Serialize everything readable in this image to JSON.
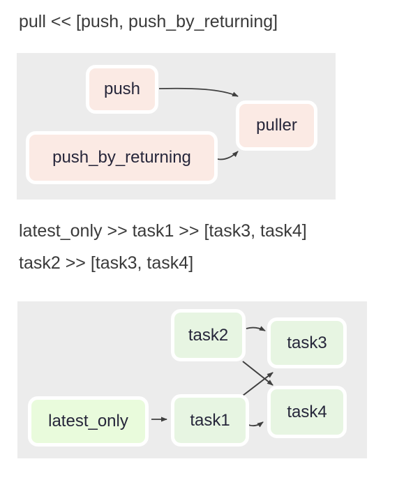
{
  "captions": {
    "first": "pull << [push, push_by_returning]",
    "second_line1": "latest_only >> task1 >> [task3, task4]",
    "second_line2": "task2 >> [task3, task4]"
  },
  "colors": {
    "diagram_background": "#ececec",
    "pink_node_fill": "#fbeae4",
    "green_node_fill": "#e7f5e2",
    "latest_only_node_fill": "#e9fbdc",
    "node_border": "#ffffff",
    "edge_color": "#3f3f3f",
    "caption_text": "#3a3a3a",
    "node_text": "#26263a"
  },
  "diagram1": {
    "nodes": [
      {
        "id": "push",
        "label": "push"
      },
      {
        "id": "puller",
        "label": "puller"
      },
      {
        "id": "push_by_returning",
        "label": "push_by_returning"
      }
    ],
    "edges": [
      {
        "from": "push",
        "to": "puller"
      },
      {
        "from": "push_by_returning",
        "to": "puller"
      }
    ]
  },
  "diagram2": {
    "nodes": [
      {
        "id": "task2",
        "label": "task2"
      },
      {
        "id": "task3",
        "label": "task3"
      },
      {
        "id": "latest_only",
        "label": "latest_only"
      },
      {
        "id": "task1",
        "label": "task1"
      },
      {
        "id": "task4",
        "label": "task4"
      }
    ],
    "edges": [
      {
        "from": "task2",
        "to": "task3"
      },
      {
        "from": "task2",
        "to": "task4"
      },
      {
        "from": "task1",
        "to": "task3"
      },
      {
        "from": "task1",
        "to": "task4"
      },
      {
        "from": "latest_only",
        "to": "task1"
      }
    ]
  }
}
